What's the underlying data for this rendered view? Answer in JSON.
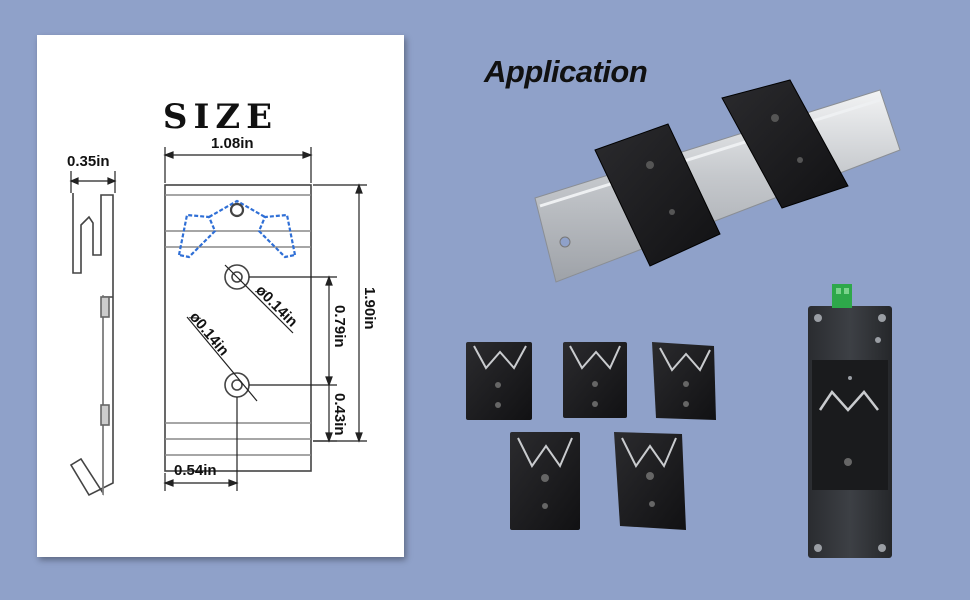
{
  "size_panel": {
    "title": "SIZE",
    "dimensions": {
      "depth": "0.35in",
      "width": "1.08in",
      "height": "1.90in",
      "hole_spacing": "0.79in",
      "hole_to_bottom": "0.43in",
      "hole_offset": "0.54in",
      "hole_diameter_upper": "ø0.14in",
      "hole_diameter_lower": "ø0.14in"
    }
  },
  "application": {
    "title": "Application"
  },
  "colors": {
    "background": "#8fa1c9",
    "clip_black": "#1c1c1e",
    "rail_silver": "#c9cbce",
    "drawing_line": "#555555",
    "spring_blue": "#2f6fd6"
  }
}
